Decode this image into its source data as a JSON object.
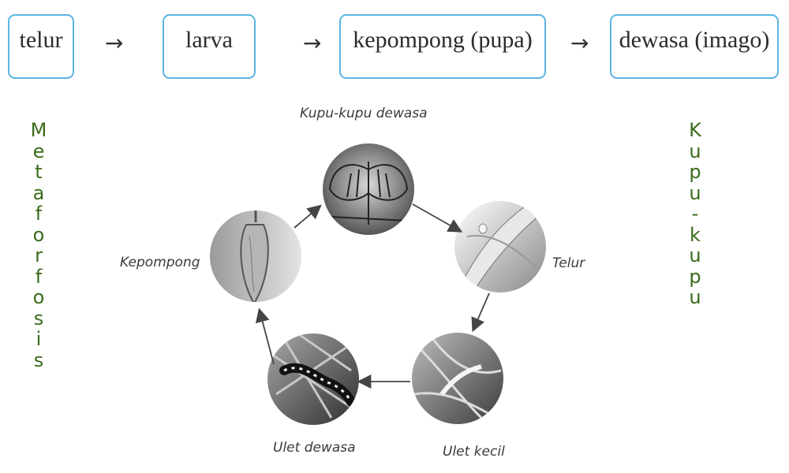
{
  "flow": {
    "stages": [
      "telur",
      "larva",
      "kepompong (pupa)",
      "dewasa (imago)"
    ],
    "arrow": "→"
  },
  "side_left": {
    "text": "Metaforfosis"
  },
  "side_right": {
    "text": "Kupu-kupu"
  },
  "cycle": {
    "labels": {
      "adult": "Kupu-kupu dewasa",
      "egg": "Telur",
      "small_caterpillar": "Ulet kecil",
      "big_caterpillar": "Ulet dewasa",
      "pupa": "Kepompong"
    },
    "colors": {
      "stroke": "#444444",
      "box_border": "#5ab4e2",
      "side_text": "#3a6b1a"
    }
  }
}
